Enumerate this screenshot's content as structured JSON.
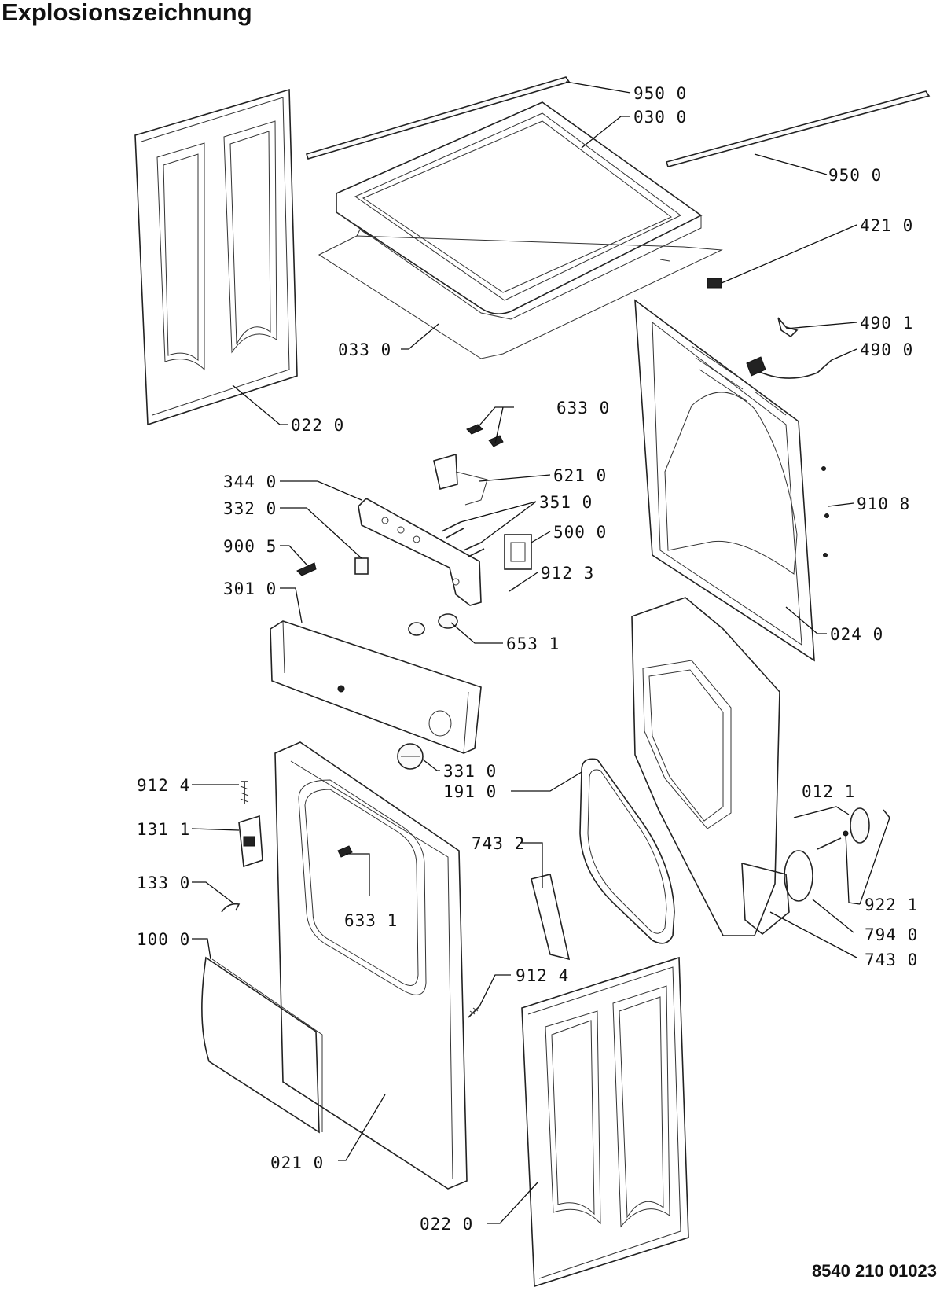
{
  "title": "Explosionszeichnung",
  "document_number": "8540 210 01023",
  "labels": {
    "l950a": "950 0",
    "l030": "030 0",
    "l950b": "950 0",
    "l421": "421 0",
    "l4901": "490 1",
    "l4900": "490 0",
    "l033": "033 0",
    "l022a": "022 0",
    "l633a": "633 0",
    "l621": "621 0",
    "l344": "344 0",
    "l332": "332 0",
    "l351": "351 0",
    "l9108": "910 8",
    "l500": "500 0",
    "l9005": "900 5",
    "l9123": "912 3",
    "l301": "301 0",
    "l653": "653 1",
    "l024": "024 0",
    "l331": "331 0",
    "l191": "191 0",
    "l9124a": "912 4",
    "l0121": "012 1",
    "l1311": "131 1",
    "l7432": "743 2",
    "l1330": "133 0",
    "l9221": "922 1",
    "l6331": "633 1",
    "l794": "794 0",
    "l1000": "100 0",
    "l7430": "743 0",
    "l9124b": "912 4",
    "l021": "021 0",
    "l022b": "022 0"
  }
}
